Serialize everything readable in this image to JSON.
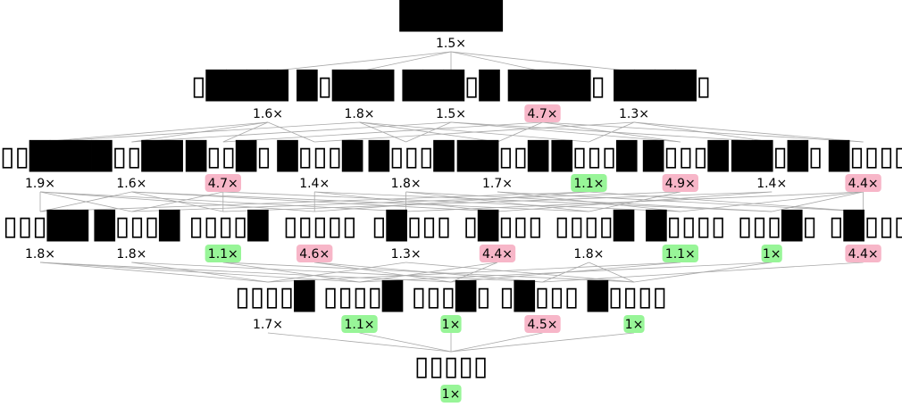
{
  "colors": {
    "edge": "#a8a8a8",
    "text": "#000000",
    "pill_low": "#98f598",
    "pill_high": "#f7b6c8",
    "background": "#ffffff"
  },
  "diagram": {
    "levels": [
      {
        "labels": [
          "█████"
        ],
        "factors": [
          "1.5×"
        ]
      },
      {
        "labels": [
          "▯████ █▯███ ███▯█ ████▯ ████▯"
        ],
        "factors": [
          "1.6×",
          "1.8×",
          "1.5×",
          "4.7×",
          "1.3×"
        ]
      },
      {
        "labels": [
          "▯▯███",
          "█▯▯██",
          "█▯▯█▯",
          "█▯▯▯█",
          "█▯▯▯█",
          "██▯▯█",
          "█▯▯▯█",
          "█▯▯▯█",
          "██▯█▯",
          "█▯▯▯▯"
        ],
        "factors": [
          "1.9×",
          "1.6×",
          "4.7×",
          "1.4×",
          "1.8×",
          "1.7×",
          "1.1×",
          "4.9×",
          "1.4×",
          "4.4×"
        ]
      },
      {
        "labels": [
          "▯▯▯██",
          "█▯▯▯█",
          "▯▯▯▯█",
          "▯▯▯▯▯",
          "▯█▯▯▯",
          "▯█▯▯▯",
          "▯▯▯▯█",
          "█▯▯▯▯",
          "▯▯▯█▯",
          "▯█▯▯▯"
        ],
        "factors": [
          "1.8×",
          "1.8×",
          "1.1×",
          "4.6×",
          "1.3×",
          "4.4×",
          "1.8×",
          "1.1×",
          "1×",
          "4.4×"
        ]
      },
      {
        "labels": [
          "▯▯▯▯█ ▯▯▯▯█ ▯▯▯█▯ ▯█▯▯▯ █▯▯▯▯"
        ],
        "factors": [
          "1.7×",
          "1.1×",
          "1×",
          "4.5×",
          "1×"
        ]
      },
      {
        "labels": [
          "▯▯▯▯▯"
        ],
        "factors": [
          "1×"
        ]
      }
    ]
  }
}
